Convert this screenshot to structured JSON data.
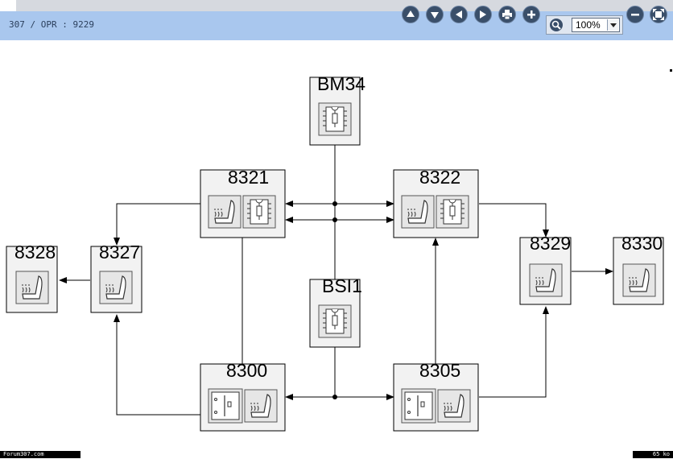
{
  "toolbar": {
    "doc_ref": "307 / OPR : 9229",
    "zoom_value": "100%",
    "buttons": [
      {
        "name": "scroll-up-button",
        "icon": "arrow-up-icon"
      },
      {
        "name": "scroll-down-button",
        "icon": "arrow-down-icon"
      },
      {
        "name": "previous-button",
        "icon": "arrow-left-icon"
      },
      {
        "name": "next-button",
        "icon": "arrow-right-icon"
      },
      {
        "name": "print-button",
        "icon": "printer-icon"
      },
      {
        "name": "zoom-in-button",
        "icon": "plus-icon"
      },
      {
        "name": "zoom-out-button",
        "icon": "minus-icon"
      },
      {
        "name": "fit-page-button",
        "icon": "fit-page-icon"
      }
    ],
    "zoom_icon": "magnifier-icon"
  },
  "diagram": {
    "nodes": [
      {
        "id": "BM34",
        "label": "BM34",
        "icon": "ecu-chip-icon"
      },
      {
        "id": "8321",
        "label": "8321",
        "icon": "heated-seat-and-chip-icon"
      },
      {
        "id": "8322",
        "label": "8322",
        "icon": "heated-seat-and-chip-icon"
      },
      {
        "id": "8328",
        "label": "8328",
        "icon": "heated-seat-icon"
      },
      {
        "id": "8327",
        "label": "8327",
        "icon": "heated-seat-icon"
      },
      {
        "id": "8329",
        "label": "8329",
        "icon": "heated-seat-icon"
      },
      {
        "id": "8330",
        "label": "8330",
        "icon": "heated-seat-icon"
      },
      {
        "id": "BSI1",
        "label": "BSI1",
        "icon": "ecu-chip-icon"
      },
      {
        "id": "8300",
        "label": "8300",
        "icon": "switch-and-heated-seat-icon"
      },
      {
        "id": "8305",
        "label": "8305",
        "icon": "switch-and-heated-seat-icon"
      }
    ]
  },
  "footer": {
    "site": "Forum307.com",
    "size": "65 ko"
  }
}
